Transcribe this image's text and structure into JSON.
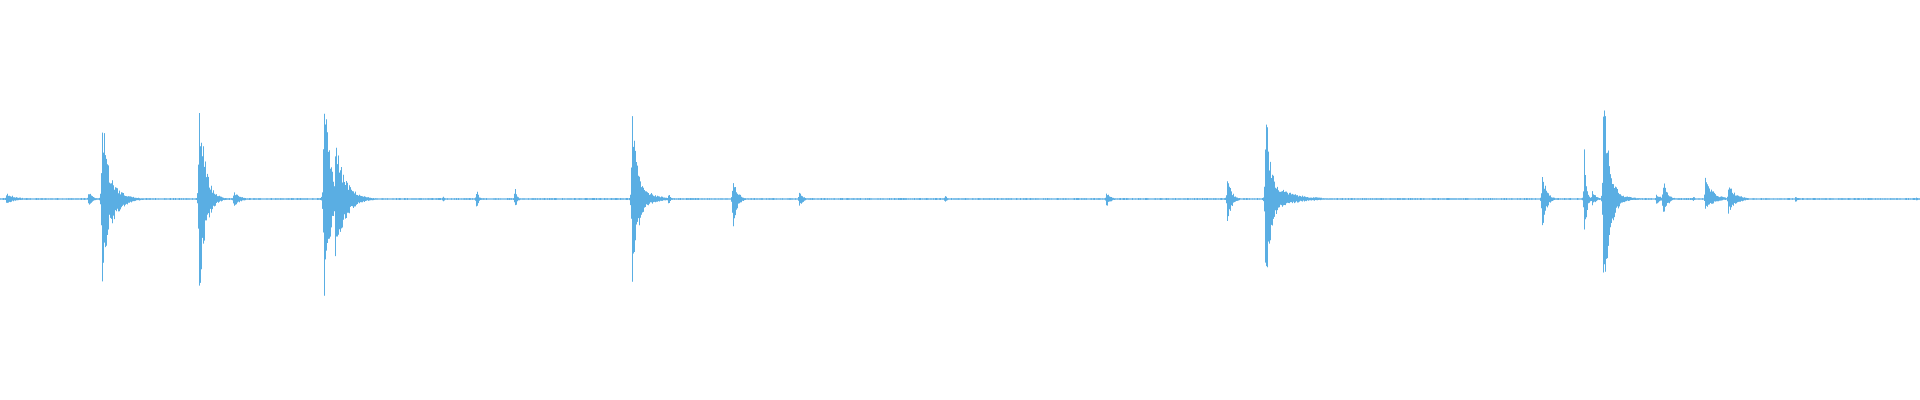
{
  "waveform": {
    "color": "#5aaee3",
    "background": "#ffffff",
    "noise_amplitude": 0.008,
    "transients": [
      {
        "t": 0.003,
        "peak": 0.05,
        "lower": 0.04,
        "decay": 0.005
      },
      {
        "t": 0.046,
        "peak": 0.07,
        "lower": 0.06,
        "decay": 0.002
      },
      {
        "t": 0.053,
        "peak": 0.78,
        "lower": 0.78,
        "decay": 0.003
      },
      {
        "t": 0.058,
        "peak": 0.16,
        "lower": 0.22,
        "decay": 0.005
      },
      {
        "t": 0.1035,
        "peak": 0.88,
        "lower": 0.9,
        "decay": 0.003
      },
      {
        "t": 0.1215,
        "peak": 0.07,
        "lower": 0.07,
        "decay": 0.003
      },
      {
        "t": 0.1685,
        "peak": 1.0,
        "lower": 1.0,
        "decay": 0.003
      },
      {
        "t": 0.1745,
        "peak": 0.47,
        "lower": 0.48,
        "decay": 0.005
      },
      {
        "t": 0.2305,
        "peak": 0.03,
        "lower": 0.03,
        "decay": 0.001
      },
      {
        "t": 0.248,
        "peak": 0.09,
        "lower": 0.09,
        "decay": 0.001
      },
      {
        "t": 0.268,
        "peak": 0.1,
        "lower": 0.1,
        "decay": 0.001
      },
      {
        "t": 0.329,
        "peak": 0.73,
        "lower": 0.74,
        "decay": 0.003
      },
      {
        "t": 0.3335,
        "peak": 0.12,
        "lower": 0.1,
        "decay": 0.006
      },
      {
        "t": 0.348,
        "peak": 0.05,
        "lower": 0.05,
        "decay": 0.001
      },
      {
        "t": 0.3815,
        "peak": 0.24,
        "lower": 0.25,
        "decay": 0.002
      },
      {
        "t": 0.416,
        "peak": 0.06,
        "lower": 0.07,
        "decay": 0.002
      },
      {
        "t": 0.492,
        "peak": 0.04,
        "lower": 0.04,
        "decay": 0.001
      },
      {
        "t": 0.576,
        "peak": 0.07,
        "lower": 0.07,
        "decay": 0.002
      },
      {
        "t": 0.639,
        "peak": 0.2,
        "lower": 0.22,
        "decay": 0.002
      },
      {
        "t": 0.659,
        "peak": 0.77,
        "lower": 0.78,
        "decay": 0.003
      },
      {
        "t": 0.665,
        "peak": 0.1,
        "lower": 0.08,
        "decay": 0.01
      },
      {
        "t": 0.684,
        "peak": 0.02,
        "lower": 0.02,
        "decay": 0.001
      },
      {
        "t": 0.803,
        "peak": 0.25,
        "lower": 0.26,
        "decay": 0.002
      },
      {
        "t": 0.825,
        "peak": 0.4,
        "lower": 0.42,
        "decay": 0.001
      },
      {
        "t": 0.829,
        "peak": 0.07,
        "lower": 0.06,
        "decay": 0.002
      },
      {
        "t": 0.835,
        "peak": 0.97,
        "lower": 0.98,
        "decay": 0.003
      },
      {
        "t": 0.841,
        "peak": 0.06,
        "lower": 0.05,
        "decay": 0.006
      },
      {
        "t": 0.8625,
        "peak": 0.05,
        "lower": 0.05,
        "decay": 0.002
      },
      {
        "t": 0.866,
        "peak": 0.17,
        "lower": 0.17,
        "decay": 0.002
      },
      {
        "t": 0.8815,
        "peak": 0.03,
        "lower": 0.03,
        "decay": 0.001
      },
      {
        "t": 0.888,
        "peak": 0.17,
        "lower": 0.1,
        "decay": 0.004
      },
      {
        "t": 0.9,
        "peak": 0.12,
        "lower": 0.12,
        "decay": 0.004
      },
      {
        "t": 0.935,
        "peak": 0.03,
        "lower": 0.03,
        "decay": 0.001
      },
      {
        "t": 0.998,
        "peak": 0.02,
        "lower": 0.02,
        "decay": 0.001
      }
    ]
  }
}
